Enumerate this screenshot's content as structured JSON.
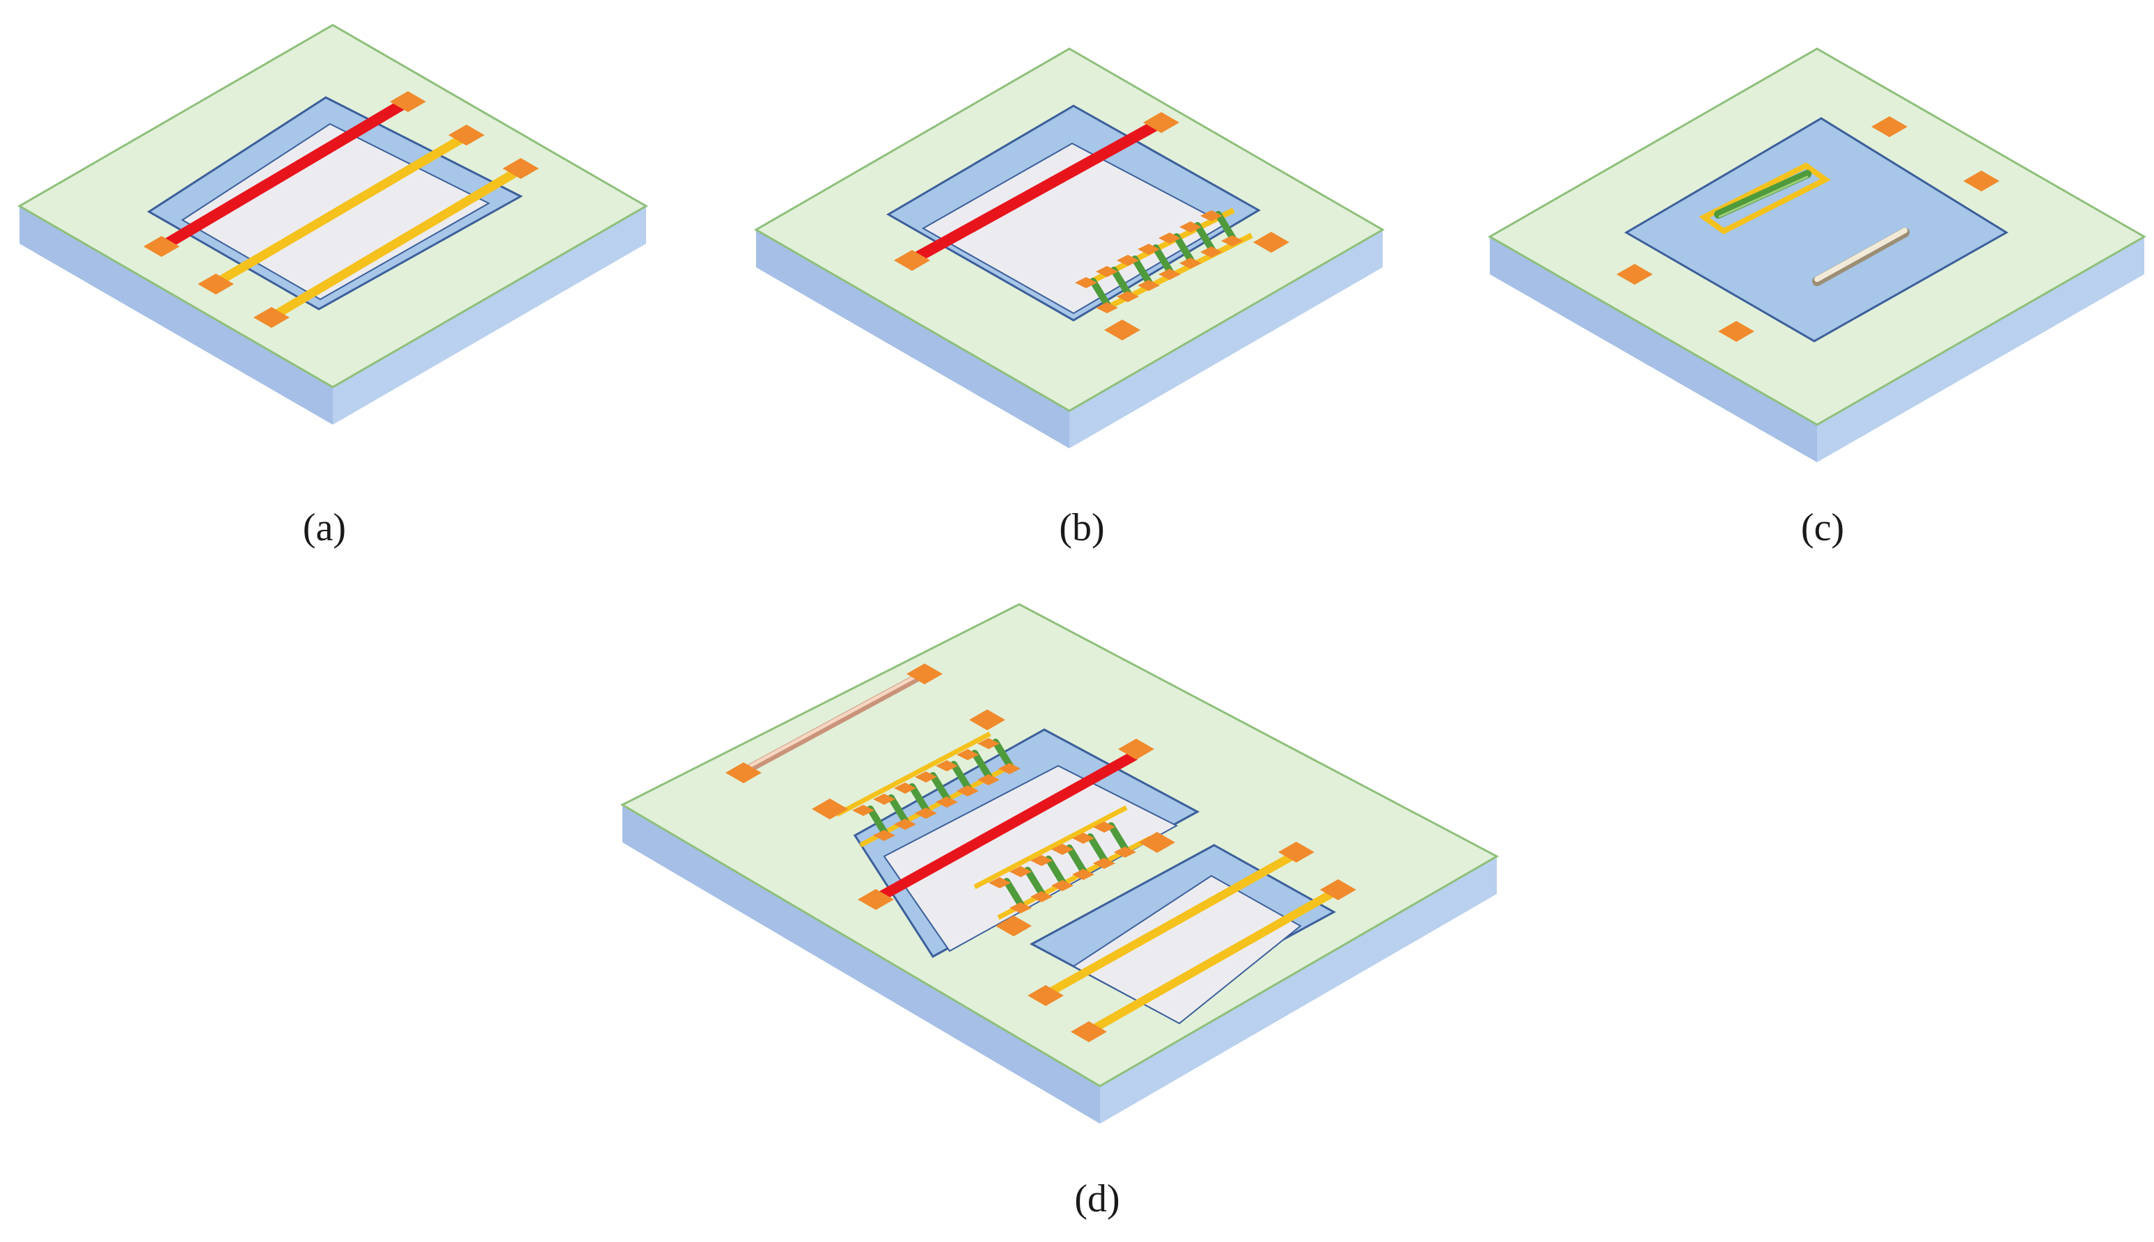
{
  "panels": [
    {
      "label": "(a)",
      "devices": [
        "heater",
        "thermopile-strip",
        "thermopile-strip"
      ]
    },
    {
      "label": "(b)",
      "devices": [
        "heater",
        "thermocouple-array"
      ]
    },
    {
      "label": "(c)",
      "devices": [
        "sensing-element",
        "reference-element"
      ]
    },
    {
      "label": "(d)",
      "devices": [
        "reference-strip",
        "heater",
        "thermocouple-array",
        "thermocouple-array",
        "thermopile-strip",
        "thermopile-strip"
      ]
    }
  ],
  "colors": {
    "substrate_top": "#e2f0d9",
    "substrate_edge": "#a9c8e6",
    "substrate_front": "#b8cdec",
    "membrane": "#a7c6e8",
    "cavity": "#ececf0",
    "heater": "#e8141c",
    "thermopile": "#f5c11c",
    "pad": "#f08a2c",
    "junction_green": "#4f9b3c",
    "reference": "#eadfc8",
    "outline_green": "#8ec07a",
    "outline_blue": "#3b5f9a"
  }
}
